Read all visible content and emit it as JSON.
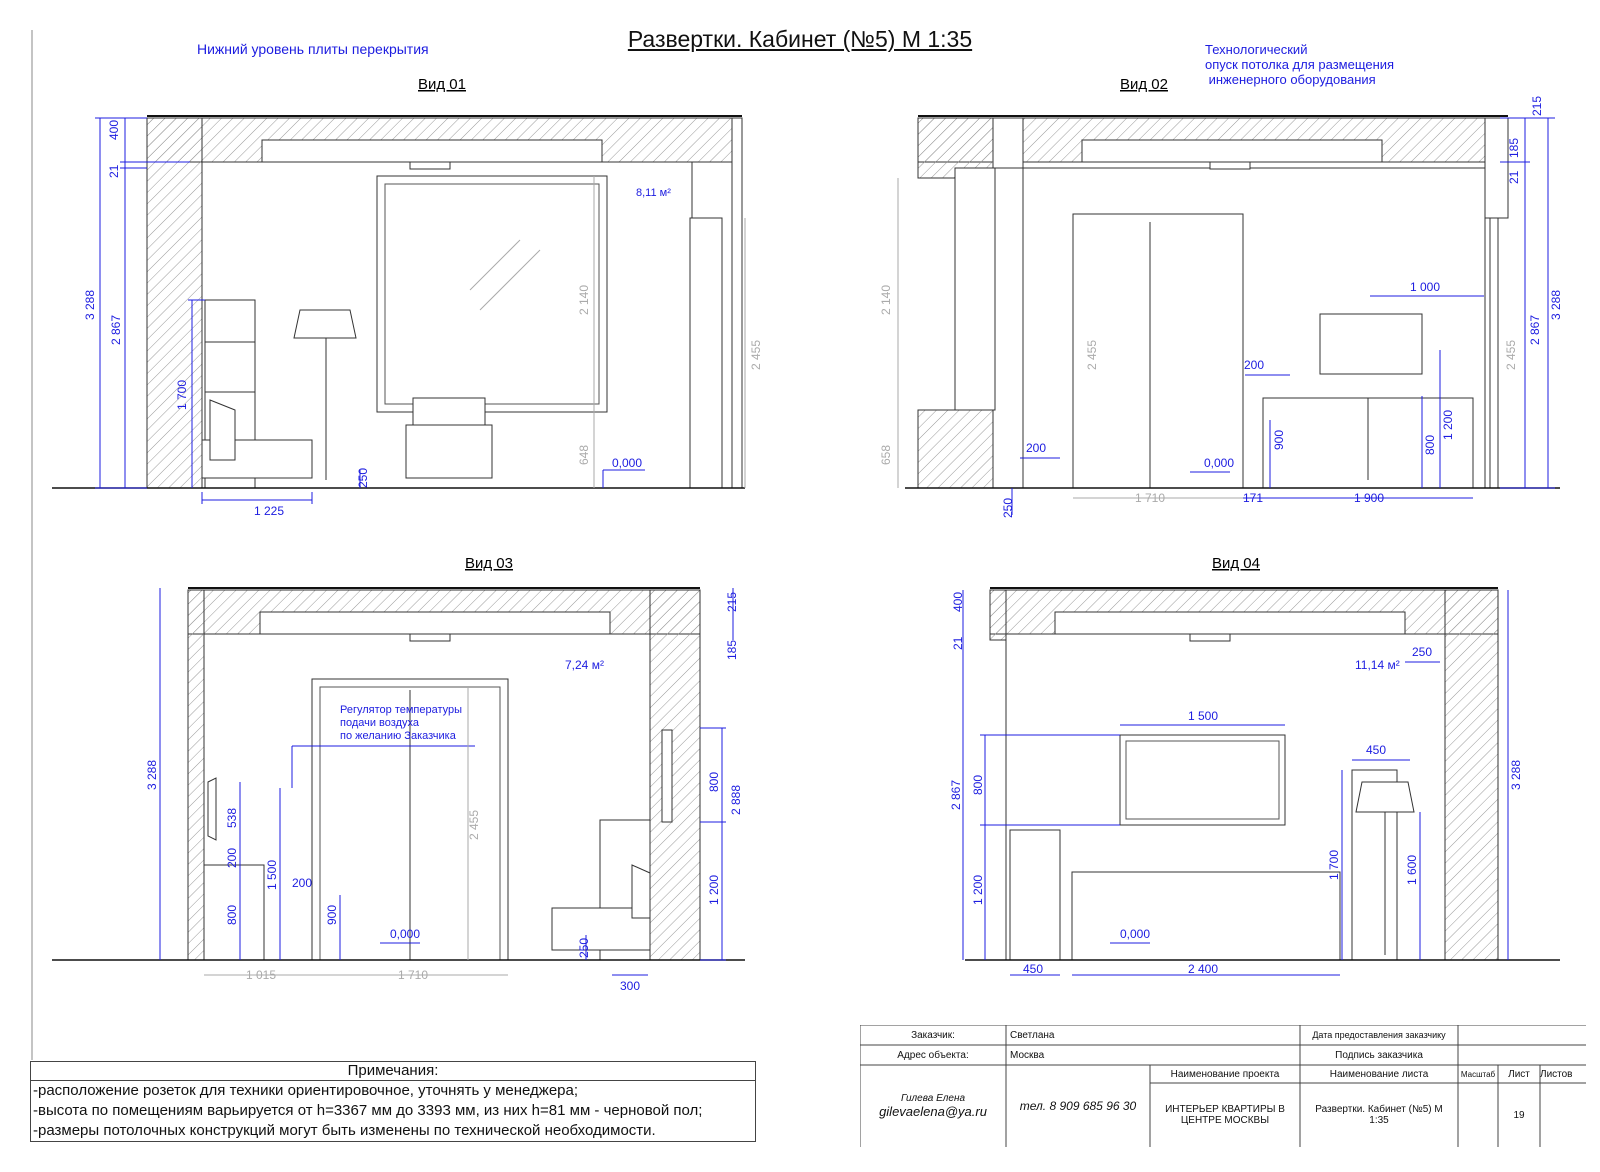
{
  "title": "Развертки. Кабинет (№5) М 1:35",
  "notes_top": {
    "left": "Нижний уровень плиты перекрытия",
    "right": [
      "Технологический",
      "опуск потолка для размещения",
      " инженерного оборудования"
    ]
  },
  "views": {
    "v1": {
      "title": "Вид 01",
      "area": "8,11 м²",
      "dims": [
        "400",
        "21",
        "3 288",
        "2 867",
        "1 700",
        "250",
        "1 225",
        "2 140",
        "2 455",
        "648",
        "0,000"
      ]
    },
    "v2": {
      "title": "Вид 02",
      "dims": [
        "215",
        "185",
        "21",
        "2 140",
        "2 455",
        "658",
        "3 288",
        "2 867",
        "2 455",
        "1 000",
        "200",
        "200",
        "900",
        "800",
        "1 200",
        "250",
        "1 710",
        "171",
        "1 900",
        "0,000"
      ]
    },
    "v3": {
      "title": "Вид 03",
      "area": "7,24 м²",
      "regulator": [
        "Регулятор температуры",
        "подачи воздуха",
        "по желанию Заказчика"
      ],
      "dims": [
        "215",
        "185",
        "3 288",
        "800",
        "2 888",
        "1 200",
        "538",
        "200",
        "800",
        "1 500",
        "200",
        "900",
        "2 455",
        "250",
        "300",
        "1 015",
        "1 710",
        "0,000"
      ]
    },
    "v4": {
      "title": "Вид 04",
      "area": "11,14 м²",
      "dims": [
        "400",
        "21",
        "250",
        "1 500",
        "450",
        "2 867",
        "800",
        "1 200",
        "1 700",
        "1 600",
        "3 288",
        "450",
        "2 400",
        "0,000"
      ]
    }
  },
  "remarks": {
    "header": "Примечания:",
    "lines": [
      "-расположение розеток для техники ориентировочное, уточнять у менеджера;",
      "-высота по помещениям варьируется от h=3367 мм до 3393 мм, из них h=81 мм - черновой пол;",
      "-размеры потолочных конструкций могут быть изменены по технической необходимости."
    ]
  },
  "stamp": {
    "customer_label": "Заказчик:",
    "customer": "Светлана",
    "address_label": "Адрес объекта:",
    "address": "Москва",
    "date_label": "Дата предоставления заказчику",
    "sign_label": "Подпись заказчика",
    "author": "Гилева Елена",
    "email": "gilevaelena@ya.ru",
    "phone": "тел. 8 909 685 96 30",
    "project_label": "Наименование проекта",
    "project": "ИНТЕРЬЕР КВАРТИРЫ В ЦЕНТРЕ МОСКВЫ",
    "sheet_label": "Наименование листа",
    "sheet": "Развертки. Кабинет (№5) М 1:35",
    "scale_label": "Масштаб",
    "list_label": "Лист",
    "lists_label": "Листов",
    "sheet_no": "19"
  }
}
